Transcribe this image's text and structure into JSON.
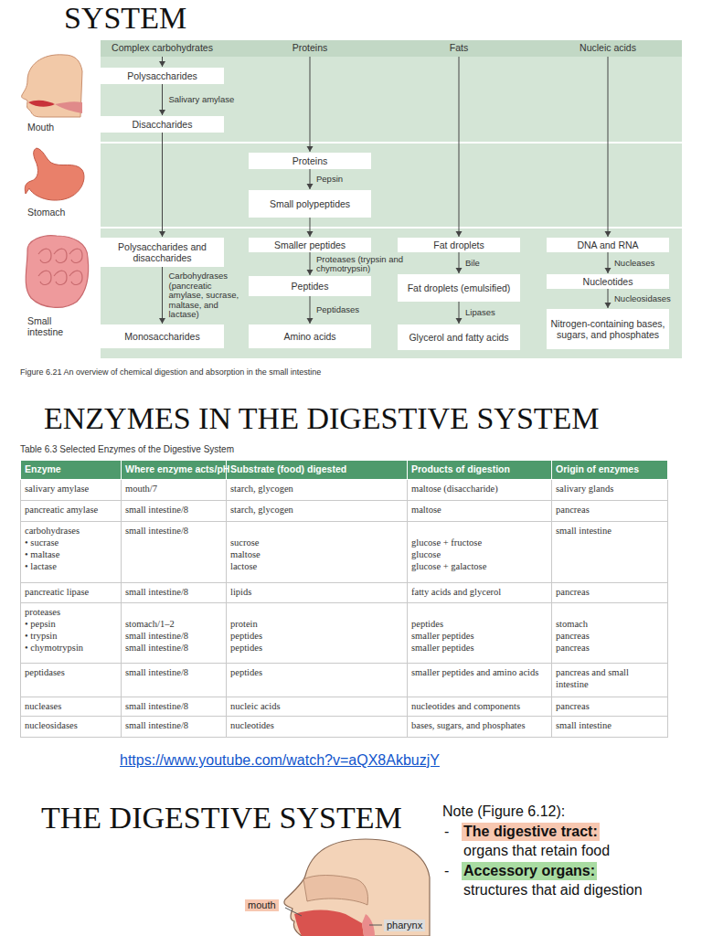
{
  "diagram": {
    "title": "SYSTEM",
    "caption": "Figure 6.21 An overview of chemical digestion and absorption in the small intestine",
    "nodes": [
      {
        "text": [
          "Polysaccharides"
        ]
      },
      {
        "text": [
          "Disaccharides"
        ]
      },
      {
        "text": [
          "Proteins"
        ]
      },
      {
        "text": [
          "Small polypeptides"
        ]
      },
      {
        "text": [
          "Polysaccharides and disaccharides"
        ]
      },
      {
        "text": [
          "Smaller peptides"
        ]
      },
      {
        "text": [
          "Fat droplets"
        ]
      },
      {
        "text": [
          "DNA and RNA"
        ]
      },
      {
        "text": [
          "Peptides"
        ]
      },
      {
        "text": [
          "Fat droplets (emulsified)"
        ]
      },
      {
        "text": [
          "Nucleotides"
        ]
      },
      {
        "text": [
          "Monosaccharides"
        ]
      },
      {
        "text": [
          "Amino acids"
        ]
      },
      {
        "text": [
          "Glycerol and fatty acids"
        ]
      },
      {
        "text": [
          "Nitrogen-containing bases, sugars, and phosphates"
        ]
      }
    ],
    "edges": [
      {
        "from": 0,
        "to": 1,
        "arrow": "to",
        "label": "Salivary amylase"
      },
      {
        "from": 1,
        "to": 4,
        "arrow": "to"
      },
      {
        "from": 2,
        "to": 3,
        "arrow": "to",
        "label": "Pepsin"
      },
      {
        "from": 3,
        "to": 5,
        "arrow": "to"
      },
      {
        "from": 4,
        "to": 11,
        "arrow": "to",
        "label": "Carbohydrases (pancreatic amylase, sucrase, maltase, and lactase)"
      },
      {
        "from": 5,
        "to": 8,
        "arrow": "to",
        "label": "Proteases (trypsin and chymotrypsin)"
      },
      {
        "from": 8,
        "to": 12,
        "arrow": "to",
        "label": "Peptidases"
      },
      {
        "from": 6,
        "to": 9,
        "arrow": "to",
        "label": "Bile"
      },
      {
        "from": 9,
        "to": 13,
        "arrow": "to",
        "label": "Lipases"
      },
      {
        "from": 7,
        "to": 10,
        "arrow": "to",
        "label": "Nucleases"
      },
      {
        "from": 10,
        "to": 14,
        "arrow": "to",
        "label": "Nucleosidases"
      }
    ],
    "labels": [
      "Complex carbohydrates",
      "Proteins",
      "Fats",
      "Nucleic acids",
      "Mouth",
      "Stomach",
      "Small intestine",
      "ENZYMES IN THE DIGESTIVE SYSTEM",
      "Table 6.3 Selected Enzymes of the Digestive System",
      "Enzyme",
      "Where enzyme acts/pH",
      "Substrate (food) digested",
      "Products of digestion",
      "Origin of enzymes",
      "salivary amylase",
      "mouth/7",
      "starch, glycogen",
      "maltose (disaccharide)",
      "salivary glands",
      "pancreatic amylase",
      "small intestine/8",
      "starch, glycogen",
      "maltose",
      "pancreas",
      "carbohydrases",
      "• sucrase",
      "• maltase",
      "• lactase",
      "small intestine/8",
      "sucrose",
      "maltose",
      "lactose",
      "glucose + fructose",
      "glucose",
      "glucose + galactose",
      "small intestine",
      "pancreatic lipase",
      "small intestine/8",
      "lipids",
      "fatty acids and glycerol",
      "pancreas",
      "proteases",
      "• pepsin",
      "• trypsin",
      "• chymotrypsin",
      "stomach/1–2",
      "small intestine/8",
      "small intestine/8",
      "protein",
      "peptides",
      "peptides",
      "peptides",
      "smaller peptides",
      "smaller peptides",
      "stomach",
      "pancreas",
      "pancreas",
      "peptidases",
      "small intestine/8",
      "peptides",
      "smaller peptides and amino acids",
      "pancreas and small intestine",
      "nucleases",
      "small intestine/8",
      "nucleic acids",
      "nucleotides and components",
      "pancreas",
      "nucleosidases",
      "small intestine/8",
      "nucleotides",
      "bases, sugars, and phosphates",
      "small intestine",
      "https://www.youtube.com/watch?v=aQX8AkbuzjY",
      "THE DIGESTIVE SYSTEM",
      "Note (Figure 6.12):",
      "-",
      "The digestive tract:",
      "organs that retain food",
      "-",
      "Accessory organs:",
      "structures that aid digestion",
      "mouth",
      "pharynx"
    ]
  }
}
